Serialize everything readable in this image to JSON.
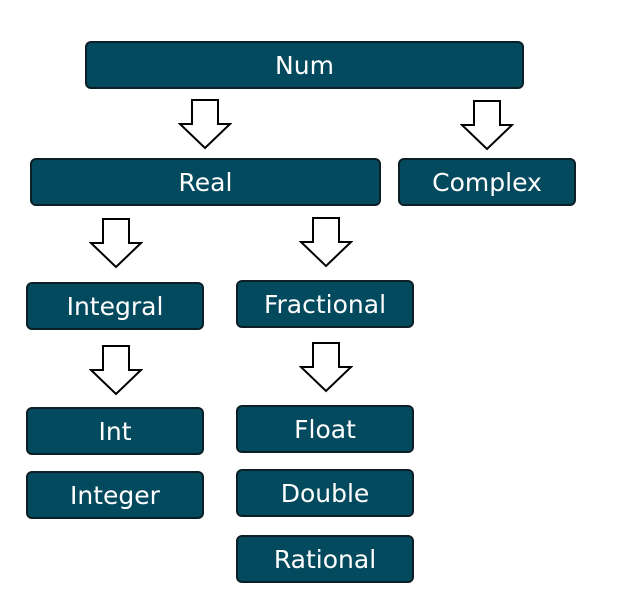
{
  "colors": {
    "box_fill": "#044a5e",
    "box_border": "#0b1f26",
    "box_text": "#ffffff",
    "arrow_fill": "#ffffff",
    "arrow_stroke": "#000000"
  },
  "nodes": {
    "num": "Num",
    "real": "Real",
    "complex": "Complex",
    "integral": "Integral",
    "fractional": "Fractional",
    "int": "Int",
    "integer": "Integer",
    "float": "Float",
    "double": "Double",
    "rational": "Rational"
  },
  "arrows": [
    {
      "from": "Num",
      "to": "Real"
    },
    {
      "from": "Num",
      "to": "Complex"
    },
    {
      "from": "Real",
      "to": "Integral"
    },
    {
      "from": "Real",
      "to": "Fractional"
    },
    {
      "from": "Integral",
      "to": "Int"
    },
    {
      "from": "Fractional",
      "to": "Float"
    }
  ]
}
